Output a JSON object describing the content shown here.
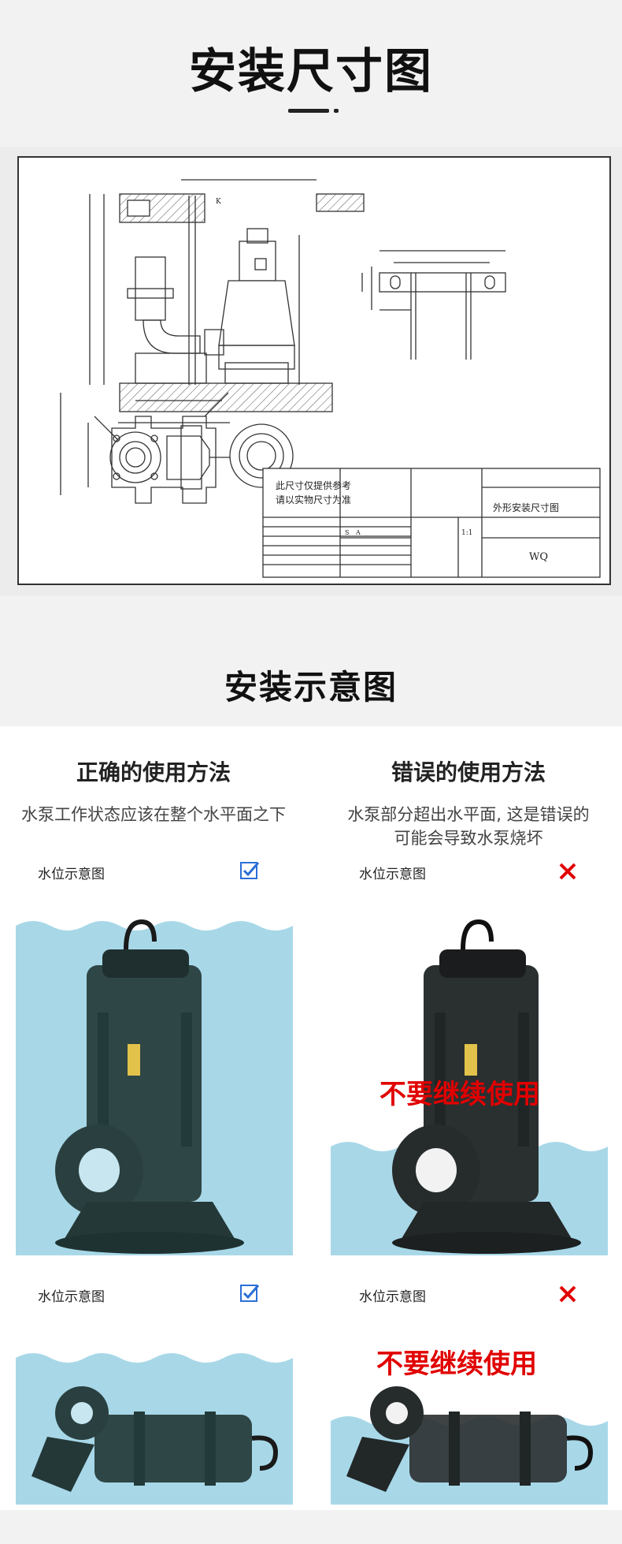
{
  "header": {
    "title": "安装尺寸图"
  },
  "drawing": {
    "note_line1": "此尺寸仅提供参考",
    "note_line2": "请以实物尺寸为准",
    "drawing_title": "外形安装尺寸图",
    "model": "WQ",
    "scale": "1:1",
    "marker_k": "K",
    "marker_s": "S",
    "marker_a": "A"
  },
  "install": {
    "title": "安装示意图"
  },
  "columns": {
    "correct": {
      "heading": "正确的使用方法",
      "description": "水泵工作状态应该在整个水平面之下"
    },
    "wrong": {
      "heading": "错误的使用方法",
      "description_line1": "水泵部分超出水平面, 这是错误的",
      "description_line2": "可能会导致水泵烧坏"
    }
  },
  "panels": {
    "label": "水位示意图",
    "warning": "不要继续使用",
    "colors": {
      "water": "#a8d8e8",
      "pump": "#2f4646",
      "pump_dark": "#1f2f2f",
      "check": "#2b6fd6",
      "cross": "#e10000"
    }
  }
}
